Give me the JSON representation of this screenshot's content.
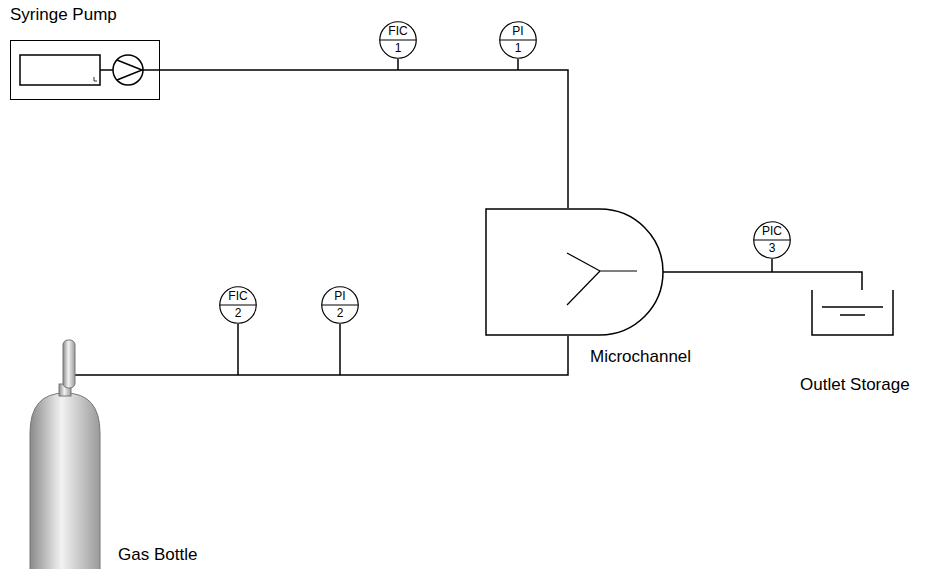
{
  "diagram": {
    "nodes": [
      {
        "text": [
          "Syringe Pump"
        ]
      },
      {
        "text": [
          "FIC",
          "1"
        ]
      },
      {
        "text": [
          "PI",
          "1"
        ]
      },
      {
        "text": [
          "PIC",
          "3"
        ]
      },
      {
        "text": [
          "Microchannel"
        ]
      },
      {
        "text": [
          "Outlet Storage"
        ]
      },
      {
        "text": [
          "FIC",
          "2"
        ]
      },
      {
        "text": [
          "PI",
          "2"
        ]
      },
      {
        "text": [
          "Gas Bottle"
        ]
      }
    ],
    "edges": [
      {
        "from": 0,
        "to": 4,
        "arrow": "none"
      },
      {
        "from": 8,
        "to": 4,
        "arrow": "none"
      },
      {
        "from": 4,
        "to": 5,
        "arrow": "none"
      }
    ]
  }
}
